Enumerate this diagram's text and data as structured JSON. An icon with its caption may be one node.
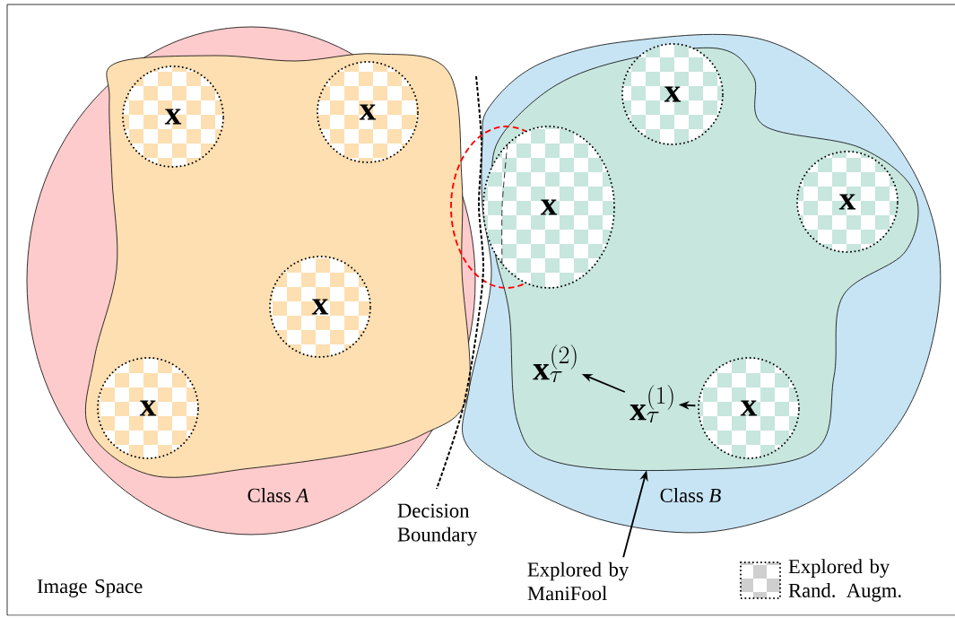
{
  "diagram": {
    "nodes": [
      {
        "text": [
          "Class *A*"
        ]
      },
      {
        "text": [],
        "shape": "cloud",
        "in": 0
      },
      {
        "text": [
          "x"
        ],
        "in": 1
      },
      {
        "text": [
          "x"
        ],
        "in": 1
      },
      {
        "text": [
          "x"
        ],
        "in": 1
      },
      {
        "text": [
          "x"
        ],
        "in": 1
      },
      {
        "text": [
          "Class *B*"
        ]
      },
      {
        "text": [],
        "shape": "cloud",
        "in": 6
      },
      {
        "text": [
          "x"
        ],
        "in": 7
      },
      {
        "text": [
          "x"
        ],
        "in": 7
      },
      {
        "text": [
          "x"
        ],
        "in": 7
      },
      {
        "text": [
          "x"
        ],
        "in": 7
      },
      {
        "text": [
          "\\mathbf{x}_{\\tau}^{(2)}"
        ],
        "in": 7
      },
      {
        "text": [
          "\\mathbf{x}_{\\tau}^{(1)}"
        ],
        "in": 7
      },
      {
        "text": [
          "Explored by ManiFool"
        ]
      }
    ],
    "edges": [
      {
        "from": 11,
        "to": 13,
        "arrow": "to"
      },
      {
        "from": 13,
        "to": 12,
        "arrow": "to"
      },
      {
        "from": 14,
        "to": 7,
        "arrow": "to"
      }
    ],
    "labels": [
      "Decision Boundary",
      "Image Space"
    ],
    "legend": [
      {
        "text": "Explored by Rand. Augm."
      }
    ]
  }
}
